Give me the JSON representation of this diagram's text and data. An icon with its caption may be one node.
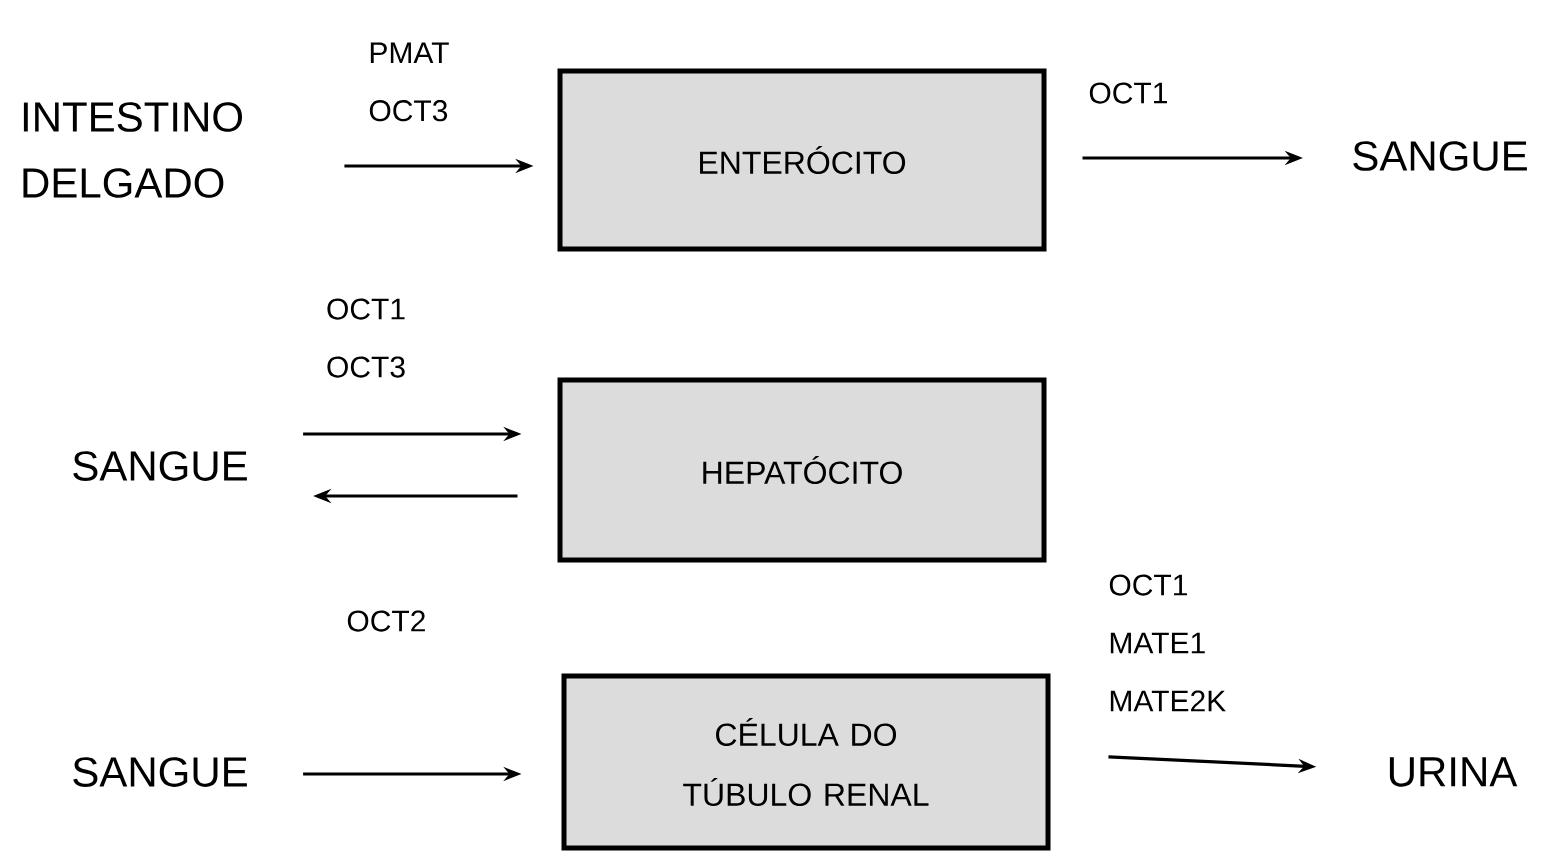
{
  "diagram": {
    "nodes": [
      {
        "text": [
          "INTESTINO DELGADO"
        ]
      },
      {
        "text": [
          "ENTERÓCITO"
        ]
      },
      {
        "text": [
          "SANGUE"
        ]
      },
      {
        "text": [
          "SANGUE"
        ]
      },
      {
        "text": [
          "HEPATÓCITO"
        ]
      },
      {
        "text": [
          "SANGUE"
        ]
      },
      {
        "text": [
          "CÉLULA DO TÚBULO RENAL"
        ]
      },
      {
        "text": [
          "URINA"
        ]
      }
    ],
    "edges": [
      {
        "from": 0,
        "to": 1,
        "arrow": "to",
        "label": "PMAT OCT3"
      },
      {
        "from": 1,
        "to": 2,
        "arrow": "to",
        "label": "OCT1"
      },
      {
        "from": 3,
        "to": 4,
        "arrow": "to",
        "label": "OCT1 OCT3"
      },
      {
        "from": 4,
        "to": 3,
        "arrow": "to"
      },
      {
        "from": 5,
        "to": 6,
        "arrow": "to",
        "label": "OCT2"
      },
      {
        "from": 6,
        "to": 7,
        "arrow": "to",
        "label": "OCT1 MATE1 MATE2K"
      }
    ]
  }
}
